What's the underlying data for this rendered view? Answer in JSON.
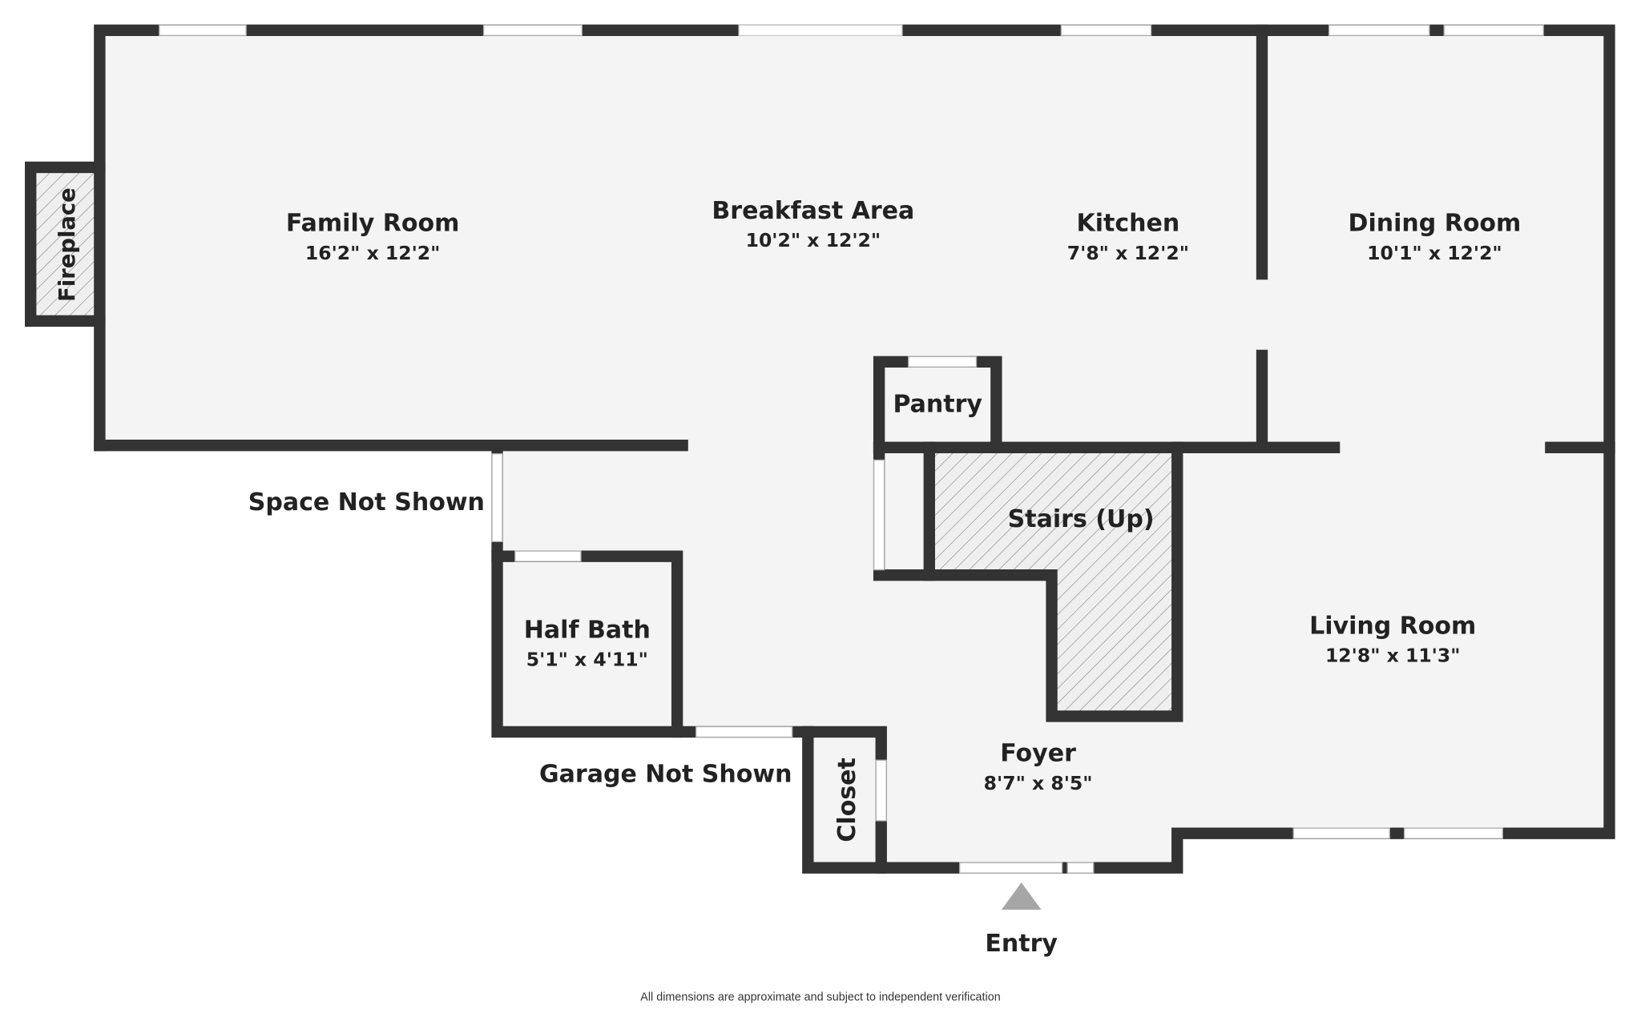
{
  "rooms": {
    "family_room": {
      "name": "Family Room",
      "dims": "16'2\" x 12'2\""
    },
    "breakfast_area": {
      "name": "Breakfast Area",
      "dims": "10'2\" x 12'2\""
    },
    "kitchen": {
      "name": "Kitchen",
      "dims": "7'8\" x 12'2\""
    },
    "dining_room": {
      "name": "Dining Room",
      "dims": "10'1\" x 12'2\""
    },
    "living_room": {
      "name": "Living Room",
      "dims": "12'8\" x 11'3\""
    },
    "half_bath": {
      "name": "Half Bath",
      "dims": "5'1\" x 4'11\""
    },
    "foyer": {
      "name": "Foyer",
      "dims": "8'7\" x 8'5\""
    },
    "pantry": {
      "name": "Pantry"
    },
    "stairs": {
      "name": "Stairs (Up)"
    },
    "closet": {
      "name": "Closet"
    },
    "fireplace": {
      "name": "Fireplace"
    }
  },
  "notes": {
    "space_not_shown": "Space Not Shown",
    "garage_not_shown": "Garage Not Shown",
    "entry": "Entry"
  },
  "footer": "All dimensions are approximate and subject to independent verification",
  "colors": {
    "wall": "#333333",
    "floor": "#f4f4f4",
    "entry_marker": "#a6a6a6"
  }
}
